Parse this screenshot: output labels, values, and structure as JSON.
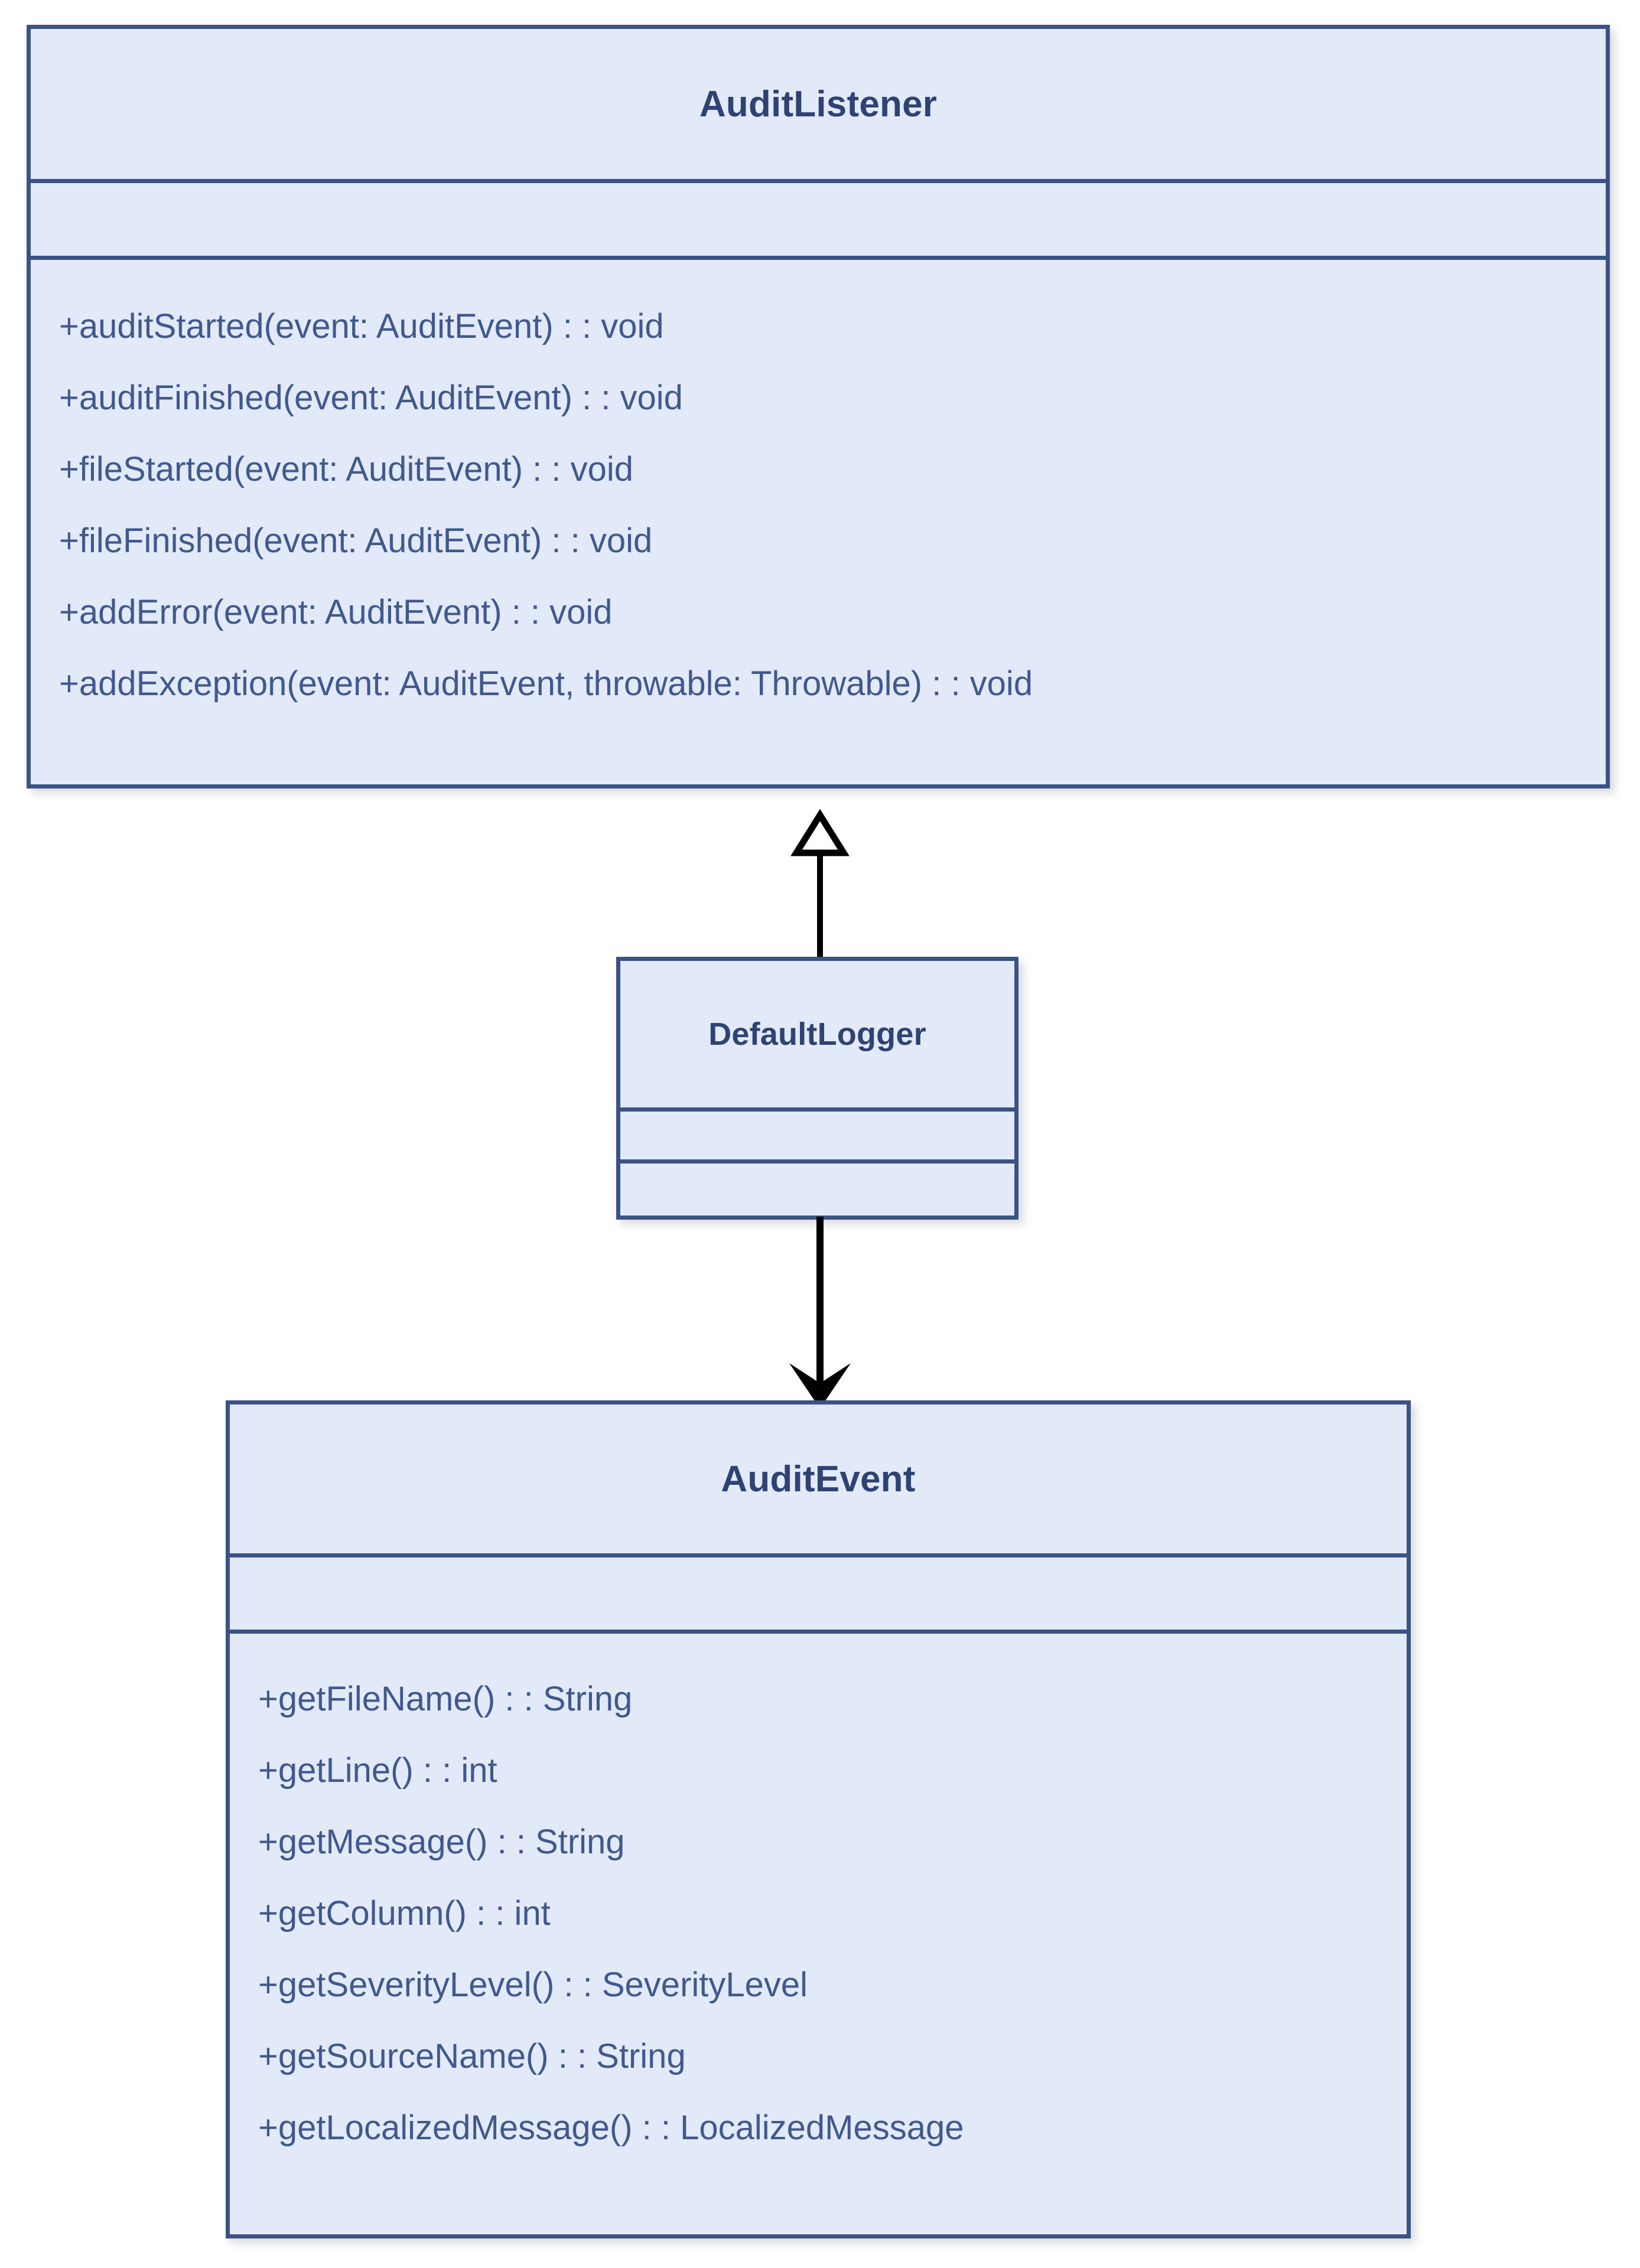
{
  "diagram": {
    "type": "uml-class-diagram",
    "colors": {
      "box_fill": "#e2e9f9",
      "box_border": "#3b5286",
      "title_text": "#2f4373",
      "member_text": "#41598c",
      "connector": "#000000",
      "background": "#ffffff"
    }
  },
  "classes": [
    {
      "id": "auditlistener",
      "name": "AuditListener",
      "attributes": [],
      "methods": [
        "+auditStarted(event: AuditEvent) : : void",
        "+auditFinished(event: AuditEvent) : : void",
        "+fileStarted(event: AuditEvent) : : void",
        "+fileFinished(event: AuditEvent) : : void",
        "+addError(event: AuditEvent) : : void",
        "+addException(event: AuditEvent, throwable: Throwable) : : void"
      ]
    },
    {
      "id": "defaultlogger",
      "name": "DefaultLogger",
      "attributes": [],
      "methods": []
    },
    {
      "id": "auditevent",
      "name": "AuditEvent",
      "attributes": [],
      "methods": [
        "+getFileName() : : String",
        "+getLine() : : int",
        "+getMessage() : : String",
        "+getColumn() : : int",
        "+getSeverityLevel() : : SeverityLevel",
        "+getSourceName() : : String",
        "+getLocalizedMessage() : : LocalizedMessage"
      ]
    }
  ],
  "relationships": [
    {
      "id": "generalization",
      "kind": "generalization",
      "from": "DefaultLogger",
      "to": "AuditListener",
      "arrowhead": "hollow-triangle",
      "direction": "up",
      "line": "solid"
    },
    {
      "id": "dependency",
      "kind": "dependency",
      "from": "DefaultLogger",
      "to": "AuditEvent",
      "arrowhead": "solid-arrow",
      "direction": "down",
      "line": "solid"
    }
  ]
}
